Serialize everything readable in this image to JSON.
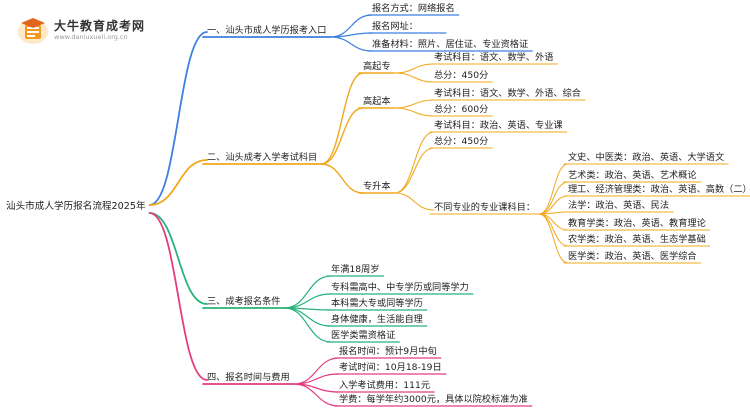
{
  "logo": {
    "title": "大牛教育成考网",
    "url": "www.daniuxueli.org.cn"
  },
  "root": "汕头市成人学历报名流程2025年",
  "colors": {
    "branch1": "#3f7fe0",
    "branch2": "#f2a81d",
    "branch3": "#29b27a",
    "branch4": "#e23d82"
  },
  "branch1": {
    "title": "一、汕头市成人学历报考入口",
    "items": [
      "报名方式：网络报名",
      "报名网址：",
      "准备材料：照片、居住证、专业资格证"
    ]
  },
  "branch2": {
    "title": "二、汕头成考入学考试科目",
    "gaoqizhuan": {
      "title": "高起专",
      "items": [
        "考试科目：语文、数学、外语",
        "总分：450分"
      ]
    },
    "gaoqiben": {
      "title": "高起本",
      "items": [
        "考试科目：语文、数学、外语、综合",
        "总分：600分"
      ]
    },
    "zhuanshengben": {
      "title": "专升本",
      "items": [
        "考试科目：政治、英语、专业课",
        "总分：450分"
      ],
      "majors": {
        "title": "不同专业的专业课科目：",
        "items": [
          "文史、中医类：政治、英语、大学语文",
          "艺术类：政治、英语、艺术概论",
          "理工、经济管理类：政治、英语、高数（二）",
          "法学：政治、英语、民法",
          "教育学类：政治、英语、教育理论",
          "农学类：政治、英语、生态学基础",
          "医学类：政治、英语、医学综合"
        ]
      }
    }
  },
  "branch3": {
    "title": "三、成考报名条件",
    "items": [
      "年满18周岁",
      "专科需高中、中专学历或同等学力",
      "本科需大专或同等学历",
      "身体健康，生活能自理",
      "医学类需资格证"
    ]
  },
  "branch4": {
    "title": "四、报名时间与费用",
    "items": [
      "报名时间：预计9月中旬",
      "考试时间：10月18-19日",
      "入学考试费用：111元",
      "学费：每学年约3000元，具体以院校标准为准"
    ]
  }
}
